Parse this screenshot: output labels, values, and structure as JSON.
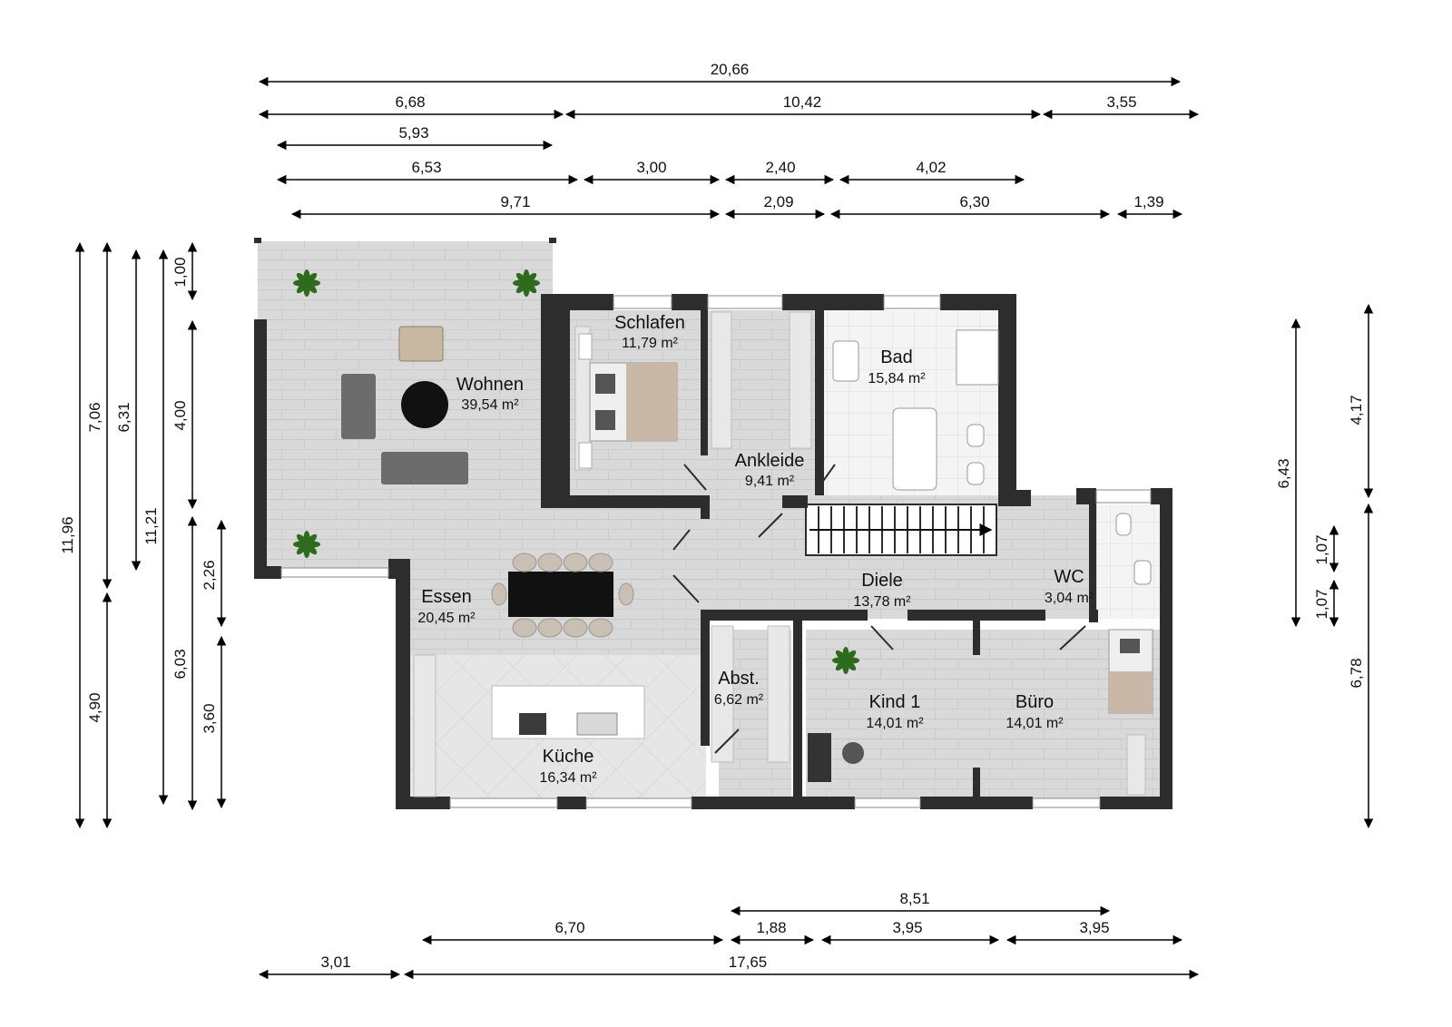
{
  "rooms": {
    "wohnen": {
      "name": "Wohnen",
      "area": "39,54 m²"
    },
    "schlafen": {
      "name": "Schlafen",
      "area": "11,79 m²"
    },
    "ankleide": {
      "name": "Ankleide",
      "area": "9,41 m²"
    },
    "bad": {
      "name": "Bad",
      "area": "15,84 m²"
    },
    "essen": {
      "name": "Essen",
      "area": "20,45 m²"
    },
    "diele": {
      "name": "Diele",
      "area": "13,78 m²"
    },
    "wc": {
      "name": "WC",
      "area": "3,04 m²"
    },
    "abst": {
      "name": "Abst.",
      "area": "6,62 m²"
    },
    "kind1": {
      "name": "Kind 1",
      "area": "14,01 m²"
    },
    "buero": {
      "name": "Büro",
      "area": "14,01 m²"
    },
    "kueche": {
      "name": "Küche",
      "area": "16,34 m²"
    }
  },
  "dimensions": {
    "top": {
      "overall": "20,66",
      "row2": [
        "6,68",
        "10,42",
        "3,55"
      ],
      "row3": [
        "5,93"
      ],
      "row4": [
        "6,53",
        "3,00",
        "2,40",
        "4,02"
      ],
      "row5": [
        "9,71",
        "2,09",
        "6,30",
        "1,39"
      ]
    },
    "bottom": {
      "row1": [
        "8,51"
      ],
      "row2": [
        "6,70",
        "1,88",
        "3,95",
        "3,95"
      ],
      "row3": [
        "3,01",
        "17,65"
      ]
    },
    "left": {
      "col1": [
        "11,96"
      ],
      "col2": [
        "7,06",
        "4,90"
      ],
      "col3": [
        "6,31"
      ],
      "col4": [
        "11,21"
      ],
      "col5": [
        "1,00",
        "4,00",
        "6,03"
      ],
      "col6": [
        "2,26",
        "3,60"
      ]
    },
    "right": {
      "col1": [
        "6,43"
      ],
      "col2": [
        "1,07",
        "1,07"
      ],
      "col3": [
        "4,17",
        "6,78"
      ]
    }
  },
  "colors": {
    "wall": "#2d2d2d",
    "floor": "#d6d6d6",
    "tile": "#f2f2f2",
    "plant": "#2e6b1f",
    "dimension_line": "#000000"
  }
}
